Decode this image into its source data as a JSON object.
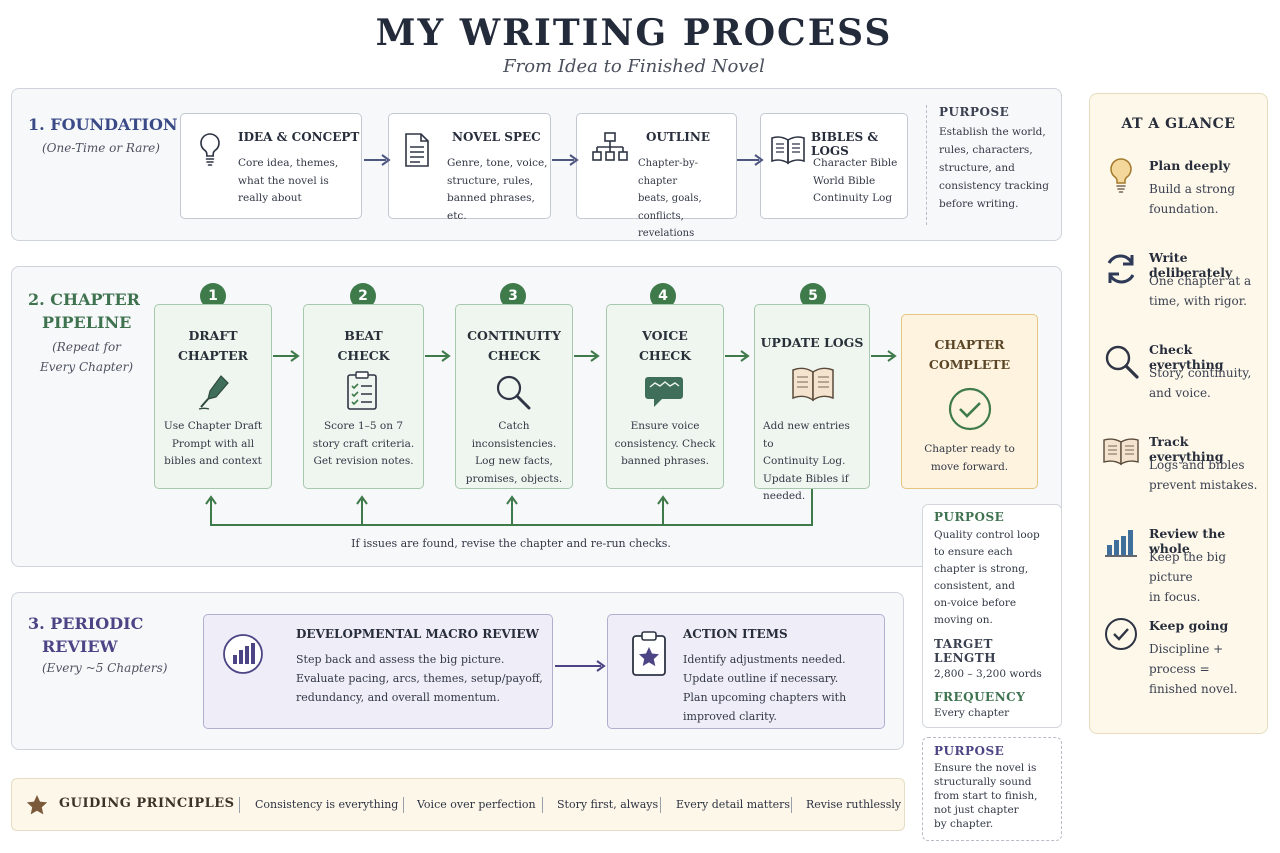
{
  "header": {
    "title": "MY WRITING PROCESS",
    "subtitle": "From Idea to Finished Novel"
  },
  "foundation": {
    "title": "1. FOUNDATION",
    "subtitle": "(One-Time or Rare)",
    "cards": [
      {
        "title": "IDEA & CONCEPT",
        "icon": "lightbulb-icon",
        "lines": [
          "Core idea, themes,",
          "what the novel is",
          "really about"
        ]
      },
      {
        "title": "NOVEL SPEC",
        "icon": "document-icon",
        "lines": [
          "Genre, tone, voice,",
          "structure, rules,",
          "banned phrases, etc."
        ]
      },
      {
        "title": "OUTLINE",
        "icon": "hierarchy-icon",
        "lines": [
          "Chapter-by-chapter",
          "beats, goals, conflicts,",
          "revelations"
        ]
      },
      {
        "title": "BIBLES & LOGS",
        "icon": "book-icon",
        "lines": [
          "Character Bible",
          "World Bible",
          "Continuity Log"
        ]
      }
    ],
    "purpose": {
      "heading": "PURPOSE",
      "lines": [
        "Establish the world,",
        "rules, characters,",
        "structure, and",
        "consistency tracking",
        "before writing."
      ]
    }
  },
  "pipeline": {
    "title_lines": [
      "2. CHAPTER",
      "PIPELINE"
    ],
    "subtitle_lines": [
      "(Repeat for",
      "Every Chapter)"
    ],
    "steps": [
      {
        "num": "1",
        "title_lines": [
          "DRAFT",
          "CHAPTER"
        ],
        "icon": "pen-nib-icon",
        "lines": [
          "Use Chapter Draft",
          "Prompt with all",
          "bibles and context"
        ]
      },
      {
        "num": "2",
        "title_lines": [
          "BEAT",
          "CHECK"
        ],
        "icon": "checklist-icon",
        "lines": [
          "Score 1–5 on 7",
          "story craft criteria.",
          "Get revision notes."
        ]
      },
      {
        "num": "3",
        "title_lines": [
          "CONTINUITY",
          "CHECK"
        ],
        "icon": "magnifier-icon",
        "lines": [
          "Catch inconsistencies.",
          "Log new facts,",
          "promises, objects."
        ]
      },
      {
        "num": "4",
        "title_lines": [
          "VOICE",
          "CHECK"
        ],
        "icon": "speech-bubble-icon",
        "lines": [
          "Ensure voice",
          "consistency. Check",
          "banned phrases."
        ]
      },
      {
        "num": "5",
        "title_lines": [
          "UPDATE LOGS"
        ],
        "icon": "open-book-icon",
        "lines": [
          "Add new entries to",
          "Continuity Log.",
          "Update Bibles if",
          "needed."
        ]
      }
    ],
    "complete": {
      "title_lines": [
        "CHAPTER",
        "COMPLETE"
      ],
      "icon": "check-circle-icon",
      "lines": [
        "Chapter ready to",
        "move forward."
      ]
    },
    "loop_text": "If issues are found, revise the chapter and re-run checks.",
    "purpose": {
      "heading": "PURPOSE",
      "lines": [
        "Quality control loop",
        "to ensure each",
        "chapter is strong,",
        "consistent, and",
        "on-voice before",
        "moving on."
      ]
    },
    "target": {
      "heading": "TARGET LENGTH",
      "value": "2,800 – 3,200 words"
    },
    "frequency": {
      "heading": "FREQUENCY",
      "value": "Every chapter"
    }
  },
  "review": {
    "title_lines": [
      "3. PERIODIC",
      "REVIEW"
    ],
    "subtitle": "(Every ~5 Chapters)",
    "macro": {
      "title": "DEVELOPMENTAL MACRO REVIEW",
      "icon": "bar-chart-icon",
      "lines": [
        "Step back and assess the big picture.",
        "Evaluate pacing, arcs, themes, setup/payoff,",
        "redundancy, and overall momentum."
      ]
    },
    "actions": {
      "title": "ACTION ITEMS",
      "icon": "clipboard-star-icon",
      "lines": [
        "Identify adjustments needed.",
        "Update outline if necessary.",
        "Plan upcoming chapters with",
        "improved clarity."
      ]
    },
    "purpose": {
      "heading": "PURPOSE",
      "lines": [
        "Ensure the novel is",
        "structurally sound",
        "from start to finish,",
        "not just chapter",
        "by chapter."
      ]
    }
  },
  "glance": {
    "title": "AT A GLANCE",
    "items": [
      {
        "icon": "lightbulb-icon",
        "title": "Plan deeply",
        "lines": [
          "Build a strong",
          "foundation."
        ]
      },
      {
        "icon": "refresh-icon",
        "title": "Write deliberately",
        "lines": [
          "One chapter at a",
          "time, with rigor."
        ]
      },
      {
        "icon": "magnifier-icon",
        "title": "Check everything",
        "lines": [
          "Story, continuity,",
          "and voice."
        ]
      },
      {
        "icon": "open-book-icon",
        "title": "Track everything",
        "lines": [
          "Logs and bibles",
          "prevent mistakes."
        ]
      },
      {
        "icon": "bar-chart-icon",
        "title": "Review the whole",
        "lines": [
          "Keep the big picture",
          "in focus."
        ]
      },
      {
        "icon": "check-circle-icon",
        "title": "Keep going",
        "lines": [
          "Discipline +",
          "process =",
          "finished novel."
        ]
      }
    ]
  },
  "principles": {
    "title": "GUIDING PRINCIPLES",
    "icon": "star-icon",
    "items": [
      "Consistency is everything",
      "Voice over perfection",
      "Story first, always",
      "Every detail matters",
      "Revise ruthlessly"
    ]
  },
  "colors": {
    "navy": "#3a4a86",
    "green": "#3f7a4b",
    "purple": "#4c4585",
    "gold": "#e6b04a",
    "arrow": "#4e5780"
  }
}
